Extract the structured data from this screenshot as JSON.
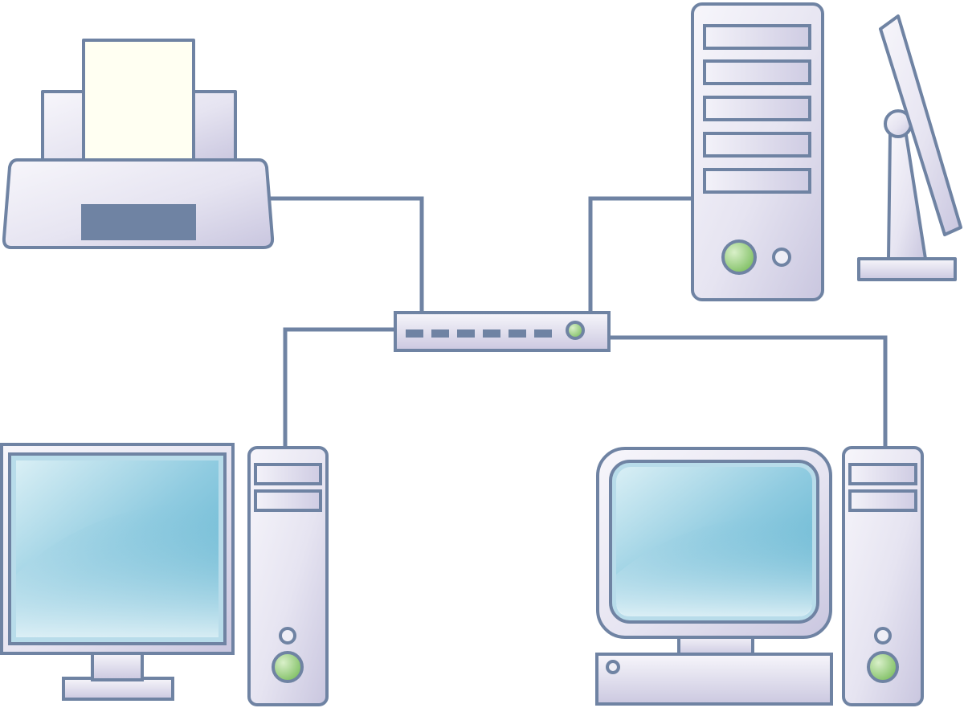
{
  "diagram": {
    "type": "network-topology",
    "nodes": [
      {
        "id": "printer",
        "kind": "printer"
      },
      {
        "id": "hub",
        "kind": "network-switch"
      },
      {
        "id": "server-workstation",
        "kind": "tower-with-flat-monitor"
      },
      {
        "id": "desktop-lcd",
        "kind": "desktop-with-lcd-monitor"
      },
      {
        "id": "desktop-crt",
        "kind": "desktop-with-crt-monitor"
      }
    ],
    "edges": [
      {
        "from": "printer",
        "to": "hub"
      },
      {
        "from": "server-workstation",
        "to": "hub"
      },
      {
        "from": "desktop-lcd",
        "to": "hub"
      },
      {
        "from": "desktop-crt",
        "to": "hub"
      }
    ],
    "colors": {
      "outline": "#6f83a3",
      "body_light": "#f2f1f8",
      "body_dark": "#c9c6df",
      "panel": "#6f83a3",
      "paper": "#fffff2",
      "screen_light": "#d7eef4",
      "screen_dark": "#5ab0ce",
      "power_led": "#8fc778",
      "background": "#ffffff"
    }
  }
}
